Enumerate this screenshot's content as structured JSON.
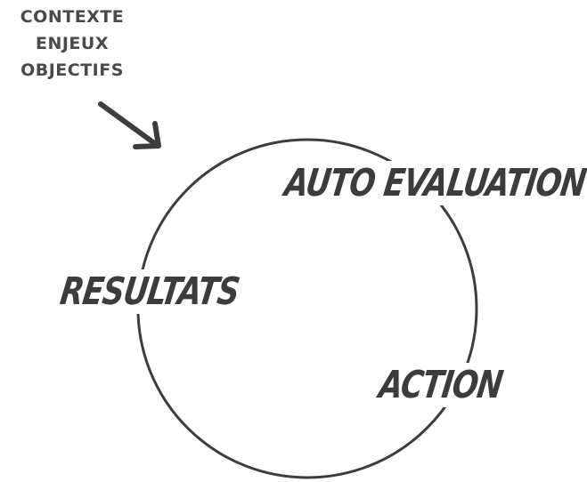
{
  "context": {
    "lines": [
      "CONTEXTE",
      "ENJEUX",
      "OBJECTIFS"
    ]
  },
  "cycle": {
    "steps": [
      {
        "label": "AUTO EVALUATION"
      },
      {
        "label": "ACTION"
      },
      {
        "label": "RESULTATS"
      }
    ]
  },
  "colors": {
    "text": "#3c3c3e",
    "stroke": "#3f3c40",
    "background": "#ffffff"
  },
  "icons": {
    "arrow": "arrow-down-right-icon"
  }
}
